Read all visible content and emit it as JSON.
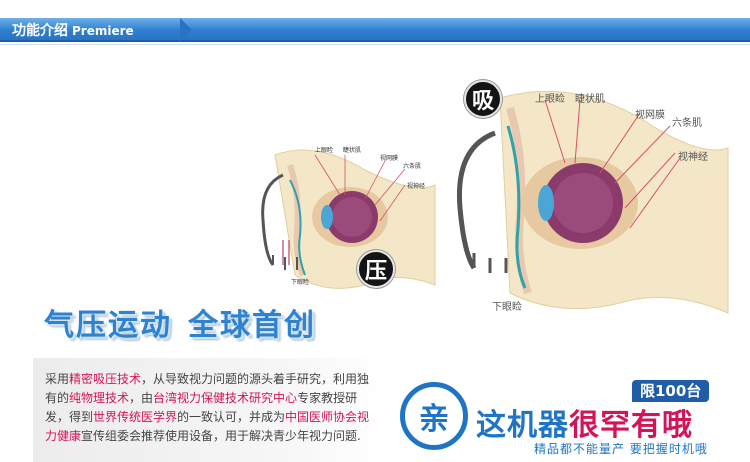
{
  "header": {
    "title_cn": "功能介绍",
    "title_en": "Premiere"
  },
  "diagram_small": {
    "labels": {
      "upper_eyelid": "上眼睑",
      "ciliary": "睫状肌",
      "retina": "视网膜",
      "six_muscles": "六条肌",
      "optic_nerve": "视神经",
      "lower_eyelid": "下眼睑"
    },
    "badge": "压"
  },
  "diagram_large": {
    "labels": {
      "upper_eyelid": "上眼睑",
      "ciliary": "睫状肌",
      "retina": "视网膜",
      "six_muscles": "六条肌",
      "optic_nerve": "视神经",
      "lower_eyelid": "下眼睑"
    },
    "badge": "吸"
  },
  "slogan": {
    "part1": "气压运动",
    "part2": "全球首创"
  },
  "description": {
    "t1": "采用",
    "h1": "精密吸压技术",
    "t2": "，从导致视力问题的源头着手研究，利用独有的",
    "h2": "纯物理技术",
    "t3": "，由",
    "h3": "台湾视力保健技术研究中心",
    "t4": "专家教授研发，得到",
    "h4": "世界传统医学界",
    "t5": "的一致认可，并成为",
    "h5": "中国医师协会视力健康",
    "t6": "宣传组委会推荐使用设备，用于解决青少年视力问题."
  },
  "promo": {
    "circle": "亲",
    "tag": "限100台",
    "main_a": "这机器",
    "main_b": "很罕有哦",
    "sub": "精品都不能量产  要把握时机哦"
  },
  "colors": {
    "header_blue": "#2f7fd0",
    "slogan_blue": "#2e82cf",
    "highlight_red": "#d4145a",
    "promo_blue": "#1f74c6"
  }
}
